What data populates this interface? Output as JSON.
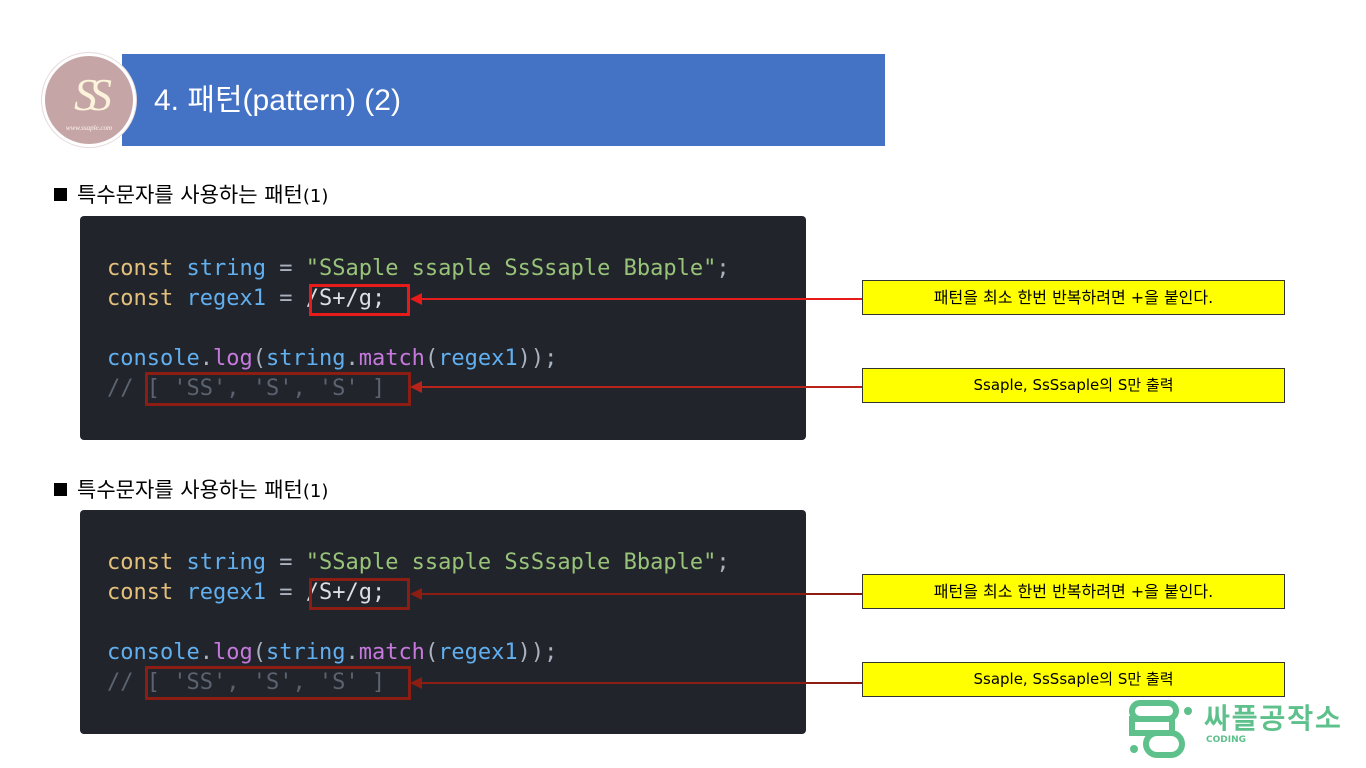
{
  "header": {
    "logo_monogram": "SS",
    "logo_url": "www.ssaple.com",
    "title": "4. 패턴(pattern) (2)",
    "banner_color": "#4472c4"
  },
  "sections": [
    {
      "heading": "특수문자를 사용하는 패턴",
      "heading_paren": "(1)",
      "code": {
        "line1": {
          "kw": "const",
          "var": "string",
          "op": "=",
          "str": "\"SSaple ssaple SsSsaple Bbaple\"",
          "end": ";"
        },
        "line2": {
          "kw": "const",
          "var": "regex1",
          "op": "=",
          "regex": "/S+/g;"
        },
        "line3": {
          "obj": "console",
          "dot1": ".",
          "fn1": "log",
          "p1": "(",
          "arg": "string",
          "dot2": ".",
          "fn2": "match",
          "p2": "(",
          "arg2": "regex1",
          "close": "));"
        },
        "line4": {
          "comment": "// ",
          "result": "[ 'SS', 'S', 'S' ]"
        }
      },
      "notes": [
        {
          "text": "패턴을 최소 한번 반복하려면 +을 붙인다."
        },
        {
          "text": "Ssaple, SsSsaple의 S만 출력"
        }
      ]
    },
    {
      "heading": "특수문자를 사용하는 패턴",
      "heading_paren": "(1)",
      "code": {
        "line1": {
          "kw": "const",
          "var": "string",
          "op": "=",
          "str": "\"SSaple ssaple SsSsaple Bbaple\"",
          "end": ";"
        },
        "line2": {
          "kw": "const",
          "var": "regex1",
          "op": "=",
          "regex": "/S+/g;"
        },
        "line3": {
          "obj": "console",
          "dot1": ".",
          "fn1": "log",
          "p1": "(",
          "arg": "string",
          "dot2": ".",
          "fn2": "match",
          "p2": "(",
          "arg2": "regex1",
          "close": "));"
        },
        "line4": {
          "comment": "// ",
          "result": "[ 'SS', 'S', 'S' ]"
        }
      },
      "notes": [
        {
          "text": "패턴을 최소 한번 반복하려면 +을 붙인다."
        },
        {
          "text": "Ssaple, SsSsaple의 S만 출력"
        }
      ]
    }
  ],
  "brand": {
    "name": "싸플공작소",
    "sub": "CODING",
    "color": "#5ec08b"
  }
}
